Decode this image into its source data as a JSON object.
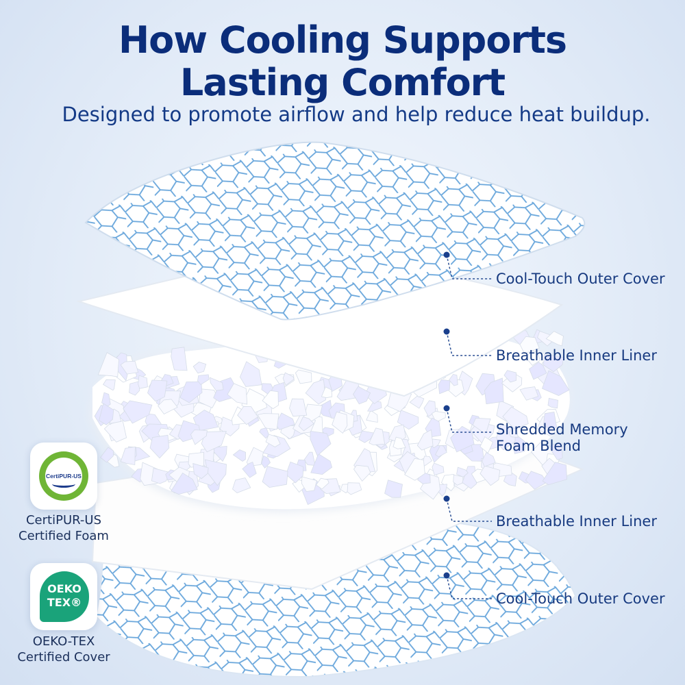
{
  "header": {
    "title_line1": "How Cooling Supports",
    "title_line2": "Lasting Comfort",
    "subtitle": "Designed to promote airflow and help reduce heat buildup."
  },
  "layers": [
    {
      "label": "Cool-Touch Outer Cover"
    },
    {
      "label": "Breathable Inner Liner"
    },
    {
      "label": "Shredded Memory",
      "label2": "Foam Blend"
    },
    {
      "label": "Breathable Inner Liner"
    },
    {
      "label": "Cool-Touch Outer Cover"
    }
  ],
  "badges": {
    "certipur": {
      "logo_text": "CertiPUR-US",
      "caption_line1": "CertiPUR-US",
      "caption_line2": "Certified Foam"
    },
    "oekotex": {
      "logo_line1": "OEKO",
      "logo_line2": "TEX®",
      "caption_line1": "OEKO-TEX",
      "caption_line2": "Certified Cover"
    }
  },
  "colors": {
    "title": "#0b2d7a",
    "callout_text": "#173a80",
    "cover_pattern": "#6aa7dc",
    "certipur_green": "#6fb536",
    "oekotex_green": "#1aa37a"
  }
}
